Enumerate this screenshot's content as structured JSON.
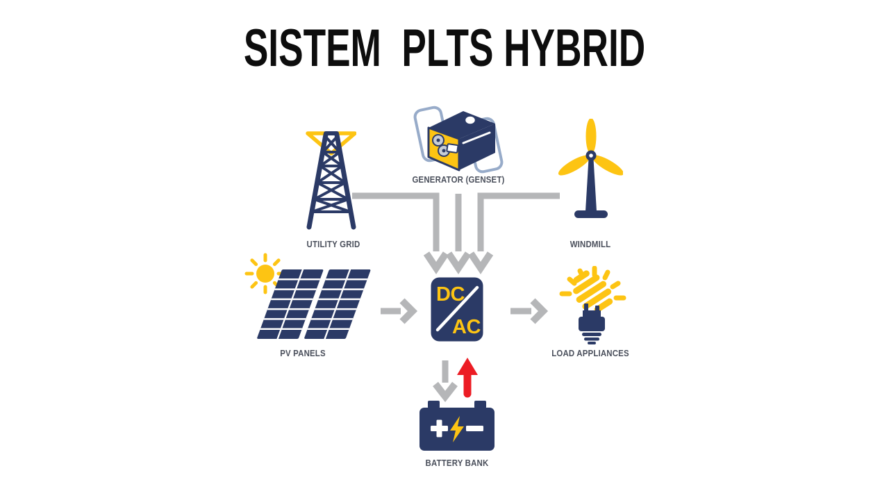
{
  "title": "SISTEM  PLTS HYBRID",
  "colors": {
    "navy": "#2b3a66",
    "yellow": "#fdc413",
    "gray": "#b5b6b8",
    "red": "#ec1c24",
    "frame_blue": "#97abc9",
    "label": "#4b505c",
    "title": "#0d0d0d"
  },
  "nodes": {
    "utility_grid": {
      "label": "UTILITY GRID"
    },
    "generator": {
      "label": "GENERATOR (GENSET)"
    },
    "windmill": {
      "label": "WINDMILL"
    },
    "pv_panels": {
      "label": "PV PANELS"
    },
    "inverter": {
      "dc": "DC",
      "ac": "AC"
    },
    "load": {
      "label": "LOAD APPLIANCES"
    },
    "battery": {
      "label": "BATTERY BANK"
    }
  },
  "connections": [
    {
      "from": "utility-grid",
      "to": "inverter",
      "color": "gray",
      "shape": "elbow-down"
    },
    {
      "from": "generator",
      "to": "inverter",
      "color": "gray",
      "shape": "straight-down"
    },
    {
      "from": "windmill",
      "to": "inverter",
      "color": "gray",
      "shape": "elbow-down"
    },
    {
      "from": "pv-panels",
      "to": "inverter",
      "color": "gray",
      "shape": "right"
    },
    {
      "from": "inverter",
      "to": "load",
      "color": "gray",
      "shape": "right"
    },
    {
      "from": "inverter",
      "to": "battery",
      "color": "gray",
      "shape": "down"
    },
    {
      "from": "battery",
      "to": "inverter",
      "color": "red",
      "shape": "up"
    }
  ]
}
